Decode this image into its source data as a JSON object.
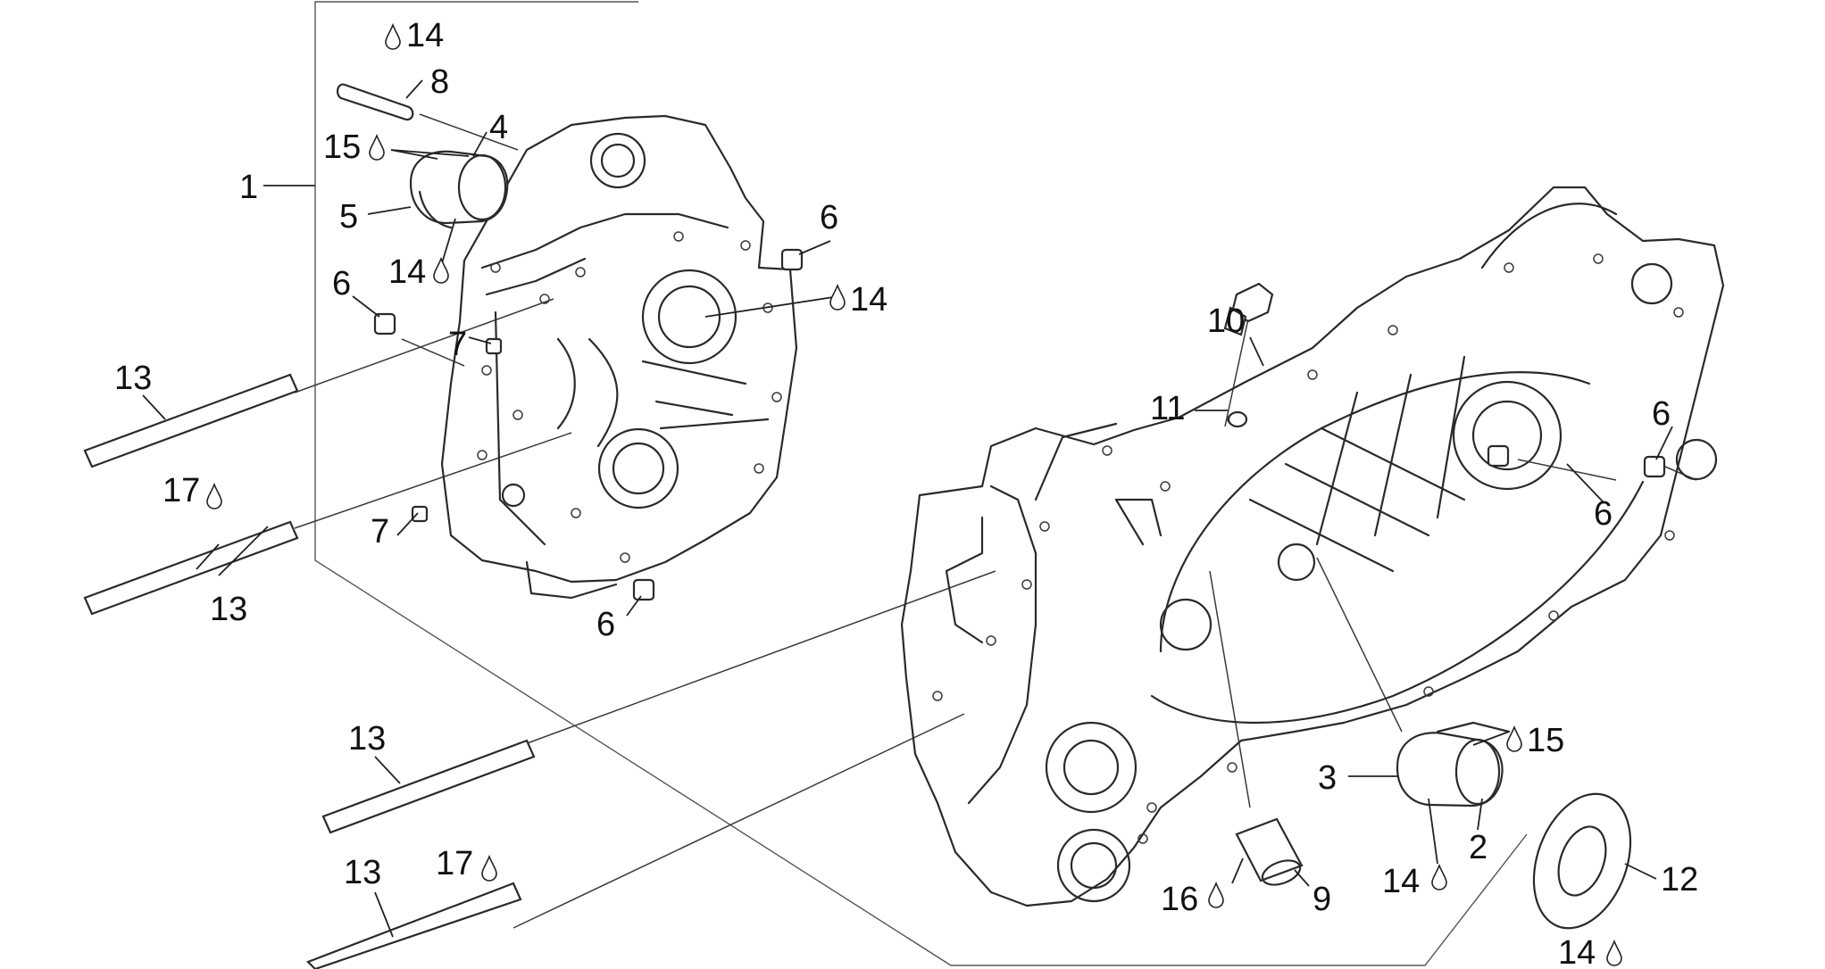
{
  "diagram": {
    "labels": [
      {
        "id": "lbl-1",
        "text": "1"
      },
      {
        "id": "lbl-2",
        "text": "2"
      },
      {
        "id": "lbl-3",
        "text": "3"
      },
      {
        "id": "lbl-4",
        "text": "4"
      },
      {
        "id": "lbl-5",
        "text": "5"
      },
      {
        "id": "lbl-6a",
        "text": "6"
      },
      {
        "id": "lbl-6b",
        "text": "6"
      },
      {
        "id": "lbl-6c",
        "text": "6"
      },
      {
        "id": "lbl-6d",
        "text": "6"
      },
      {
        "id": "lbl-6e",
        "text": "6"
      },
      {
        "id": "lbl-7a",
        "text": "7"
      },
      {
        "id": "lbl-7b",
        "text": "7"
      },
      {
        "id": "lbl-8",
        "text": "8"
      },
      {
        "id": "lbl-9",
        "text": "9"
      },
      {
        "id": "lbl-10",
        "text": "10"
      },
      {
        "id": "lbl-11",
        "text": "11"
      },
      {
        "id": "lbl-12",
        "text": "12"
      },
      {
        "id": "lbl-13a",
        "text": "13"
      },
      {
        "id": "lbl-13b",
        "text": "13"
      },
      {
        "id": "lbl-13c",
        "text": "13"
      },
      {
        "id": "lbl-13d",
        "text": "13"
      },
      {
        "id": "lbl-14a",
        "text": "14"
      },
      {
        "id": "lbl-14b",
        "text": "14"
      },
      {
        "id": "lbl-14c",
        "text": "14"
      },
      {
        "id": "lbl-14d",
        "text": "14"
      },
      {
        "id": "lbl-14e",
        "text": "14"
      },
      {
        "id": "lbl-15a",
        "text": "15"
      },
      {
        "id": "lbl-15b",
        "text": "15"
      },
      {
        "id": "lbl-16",
        "text": "16"
      },
      {
        "id": "lbl-17a",
        "text": "17"
      },
      {
        "id": "lbl-17b",
        "text": "17"
      }
    ]
  }
}
